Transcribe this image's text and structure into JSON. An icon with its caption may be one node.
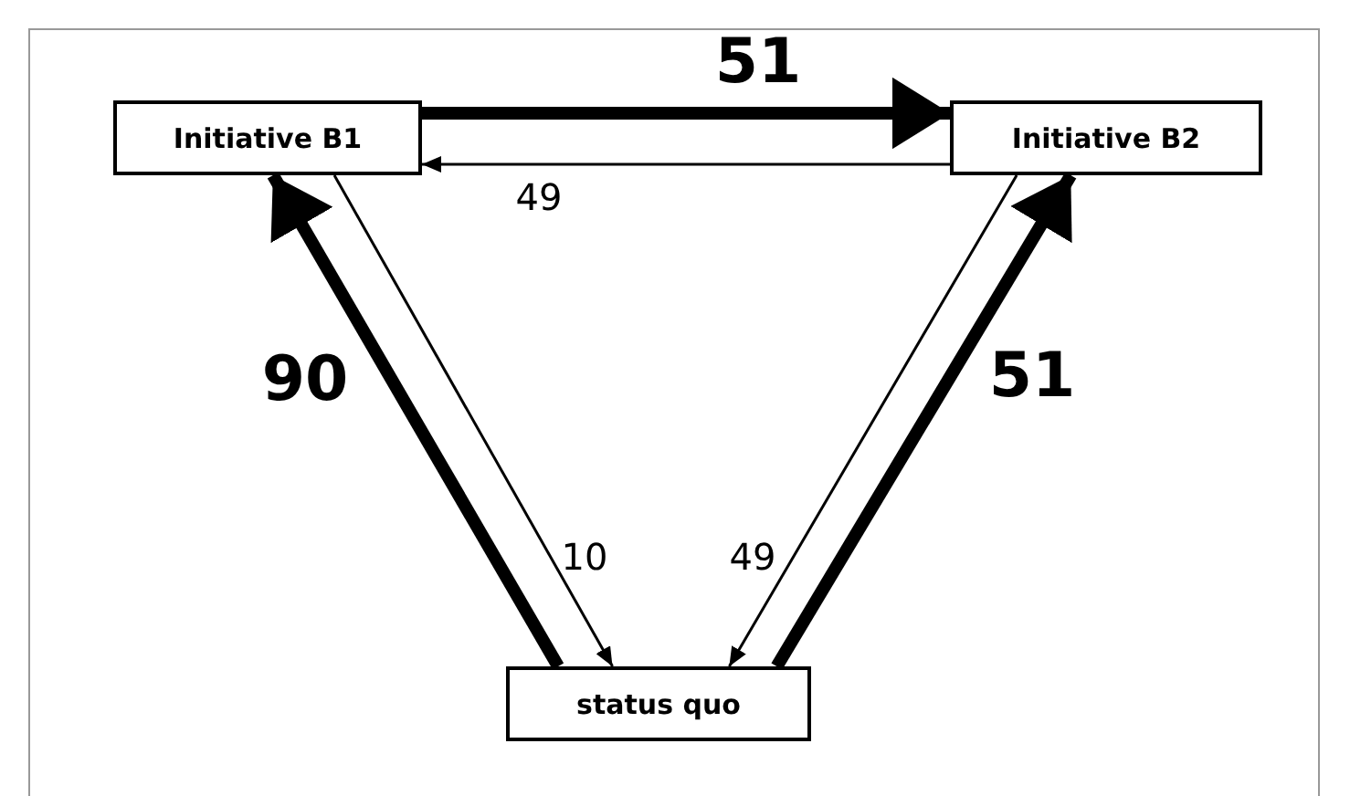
{
  "diagram": {
    "nodes": [
      {
        "text": [
          "Initiative B1"
        ]
      },
      {
        "text": [
          "Initiative B2"
        ]
      },
      {
        "text": [
          "status quo"
        ]
      }
    ],
    "edges": [
      {
        "from": 1,
        "to": 0,
        "arrow": "to",
        "label": "49"
      },
      {
        "from": 0,
        "to": 1,
        "arrow": "to",
        "label": "51",
        "style": "thick"
      },
      {
        "from": 2,
        "to": 0,
        "arrow": "to",
        "label": "90",
        "style": "thick"
      },
      {
        "from": 2,
        "to": 1,
        "arrow": "to",
        "label": "51",
        "style": "thick"
      },
      {
        "from": 0,
        "to": 2,
        "arrow": "to",
        "label": "10"
      },
      {
        "from": 1,
        "to": 2,
        "arrow": "to",
        "label": "49"
      }
    ]
  }
}
